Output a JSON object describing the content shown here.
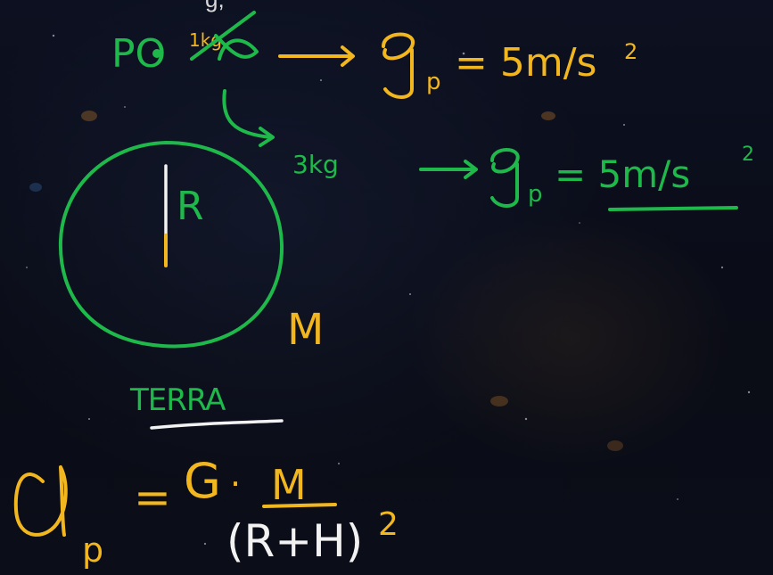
{
  "slide": {
    "top_caption": "g,",
    "line1": {
      "label_left": "PO",
      "struck_mass": "1kg",
      "g_symbol": "g",
      "g_sub": "p",
      "equals_value": "= 5m/s",
      "exponent": "2"
    },
    "line2": {
      "mass": "3kg",
      "g_symbol": "g",
      "g_sub": "p",
      "equals_value": "= 5m/s",
      "exponent": "2"
    },
    "earth": {
      "radius_label": "R",
      "mass_label": "M",
      "name": "TERRA"
    },
    "formula": {
      "g_symbol": "g",
      "g_sub": "p",
      "equals": "=",
      "constant": "G",
      "dot": "·",
      "numerator": "M",
      "denominator": "(R+H)",
      "exponent": "2"
    }
  },
  "colors": {
    "green_ink": "#1fb84a",
    "yellow_ink": "#f2b61e",
    "white_ink": "#f2f2f2",
    "background": "#0a0d16"
  }
}
